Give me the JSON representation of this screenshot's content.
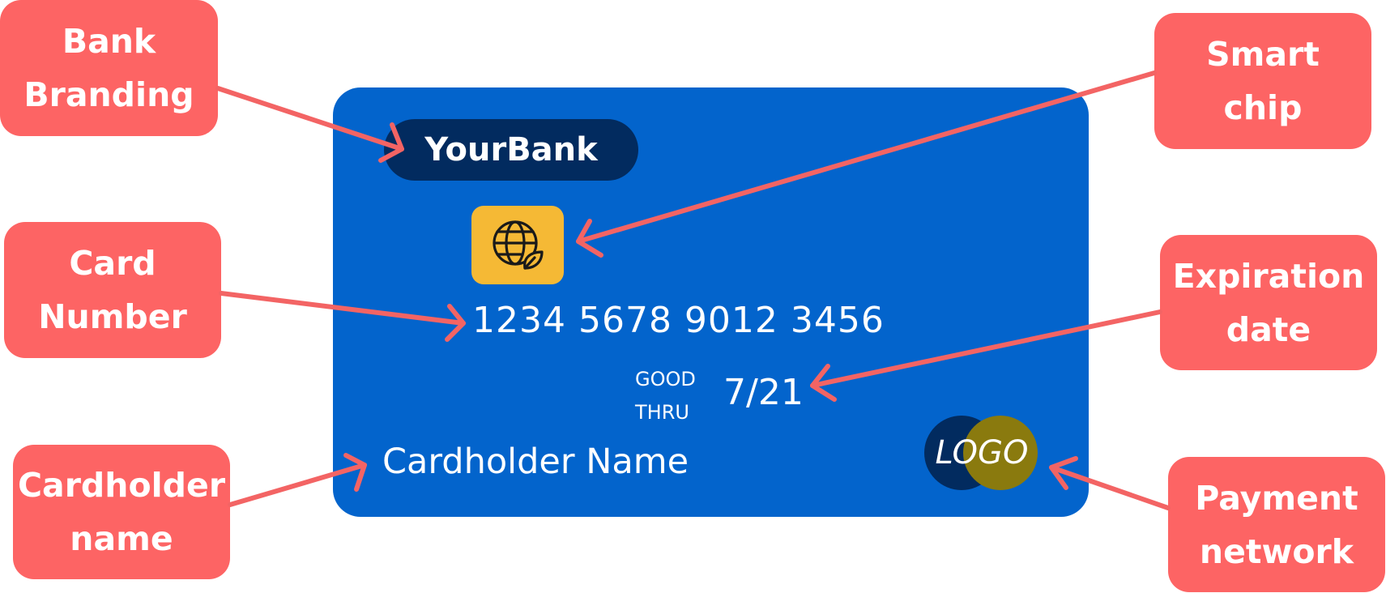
{
  "callouts": {
    "bank_branding": [
      "Bank",
      "Branding"
    ],
    "smart_chip": [
      "Smart",
      "chip"
    ],
    "card_number": [
      "Card",
      "Number"
    ],
    "expiration_date": [
      "Expiration",
      "date"
    ],
    "cardholder_name": [
      "Cardholder",
      "name"
    ],
    "payment_network": [
      "Payment",
      "network"
    ]
  },
  "card": {
    "bank_name": "YourBank",
    "number": "1234 5678 9012 3456",
    "good_thru": [
      "GOOD",
      "THRU"
    ],
    "expiration": "7/21",
    "holder": "Cardholder Name",
    "network_logo": "LOGO",
    "chip_icon": "globe-leaf-icon"
  },
  "colors": {
    "callout": "#fd6464",
    "card": "#0364cc",
    "bank_pill": "#022b5f",
    "chip": "#f5b935",
    "logo_left": "#022b5f",
    "logo_right": "#8a7a0e",
    "arrow": "#f36464"
  }
}
